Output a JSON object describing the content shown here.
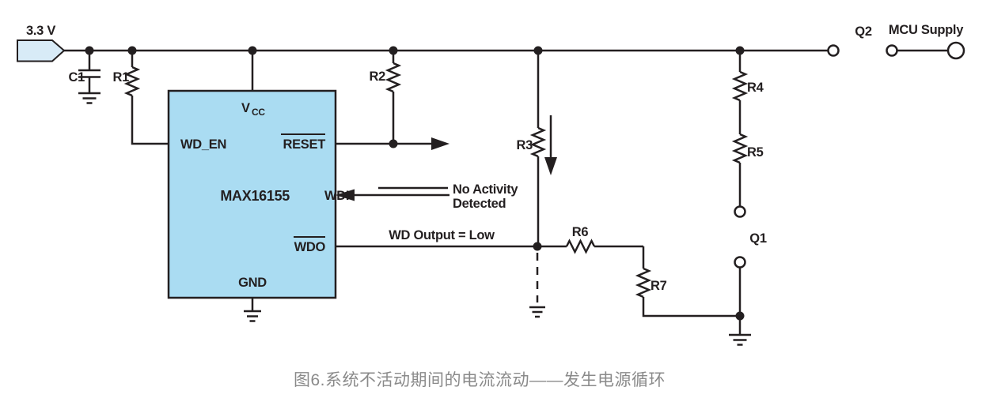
{
  "colors": {
    "wire": "#231f20",
    "ic_fill": "#aadcf2",
    "flag_fill": "#d8ebf7",
    "caption": "#8a8a8a",
    "bg": "#ffffff"
  },
  "power": {
    "label": "3.3 V"
  },
  "components": {
    "c1": "C1",
    "r1": "R1",
    "r2": "R2",
    "r3": "R3",
    "r4": "R4",
    "r5": "R5",
    "r6": "R6",
    "r7": "R7",
    "q1": "Q1",
    "q2": "Q2"
  },
  "ic": {
    "name": "MAX16155",
    "pins": {
      "vcc_main": "V",
      "vcc_sub": "CC",
      "wd_en": "WD_EN",
      "reset": "RESET",
      "wdi": "WDI",
      "wdo": "WDO",
      "gnd": "GND"
    }
  },
  "labels": {
    "mcu_supply": "MCU Supply",
    "no_activity_line1": "No Activity",
    "no_activity_line2": "Detected",
    "wd_output": "WD Output = Low"
  },
  "caption": "图6.系统不活动期间的电流流动——发生电源循环"
}
